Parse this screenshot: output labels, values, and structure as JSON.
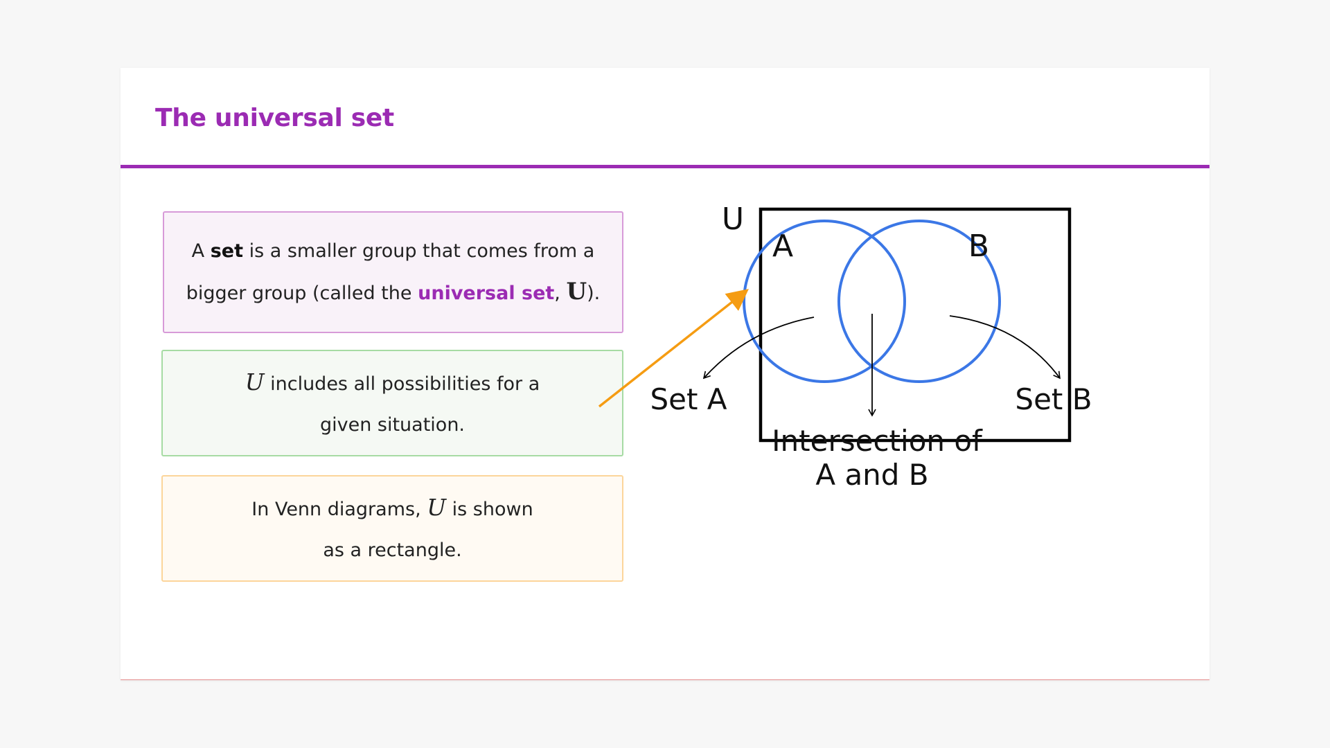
{
  "title": "The universal set",
  "cards": [
    {
      "pre": "A ",
      "bold": "set",
      "mid": " is a smaller group that comes from a bigger group (called the ",
      "accent": "universal set",
      "comma": ", ",
      "symbol": "U",
      "post": ")."
    },
    {
      "symbol": "U",
      "text": " includes all possibilities for a given situation."
    },
    {
      "pre": "In Venn diagrams, ",
      "symbol": "U",
      "post": " is shown as a rectangle."
    }
  ],
  "diagram": {
    "universe_label": "U",
    "set_a_label": "A",
    "set_b_label": "B",
    "callout_a": "Set A",
    "callout_b": "Set B",
    "callout_intersection_line1": "Intersection of",
    "callout_intersection_line2": "A and B",
    "colors": {
      "circle": "#3b77e6",
      "pointer_arrow": "#f59c12",
      "rectangle": "#000000",
      "title": "#9b2bb3"
    }
  }
}
